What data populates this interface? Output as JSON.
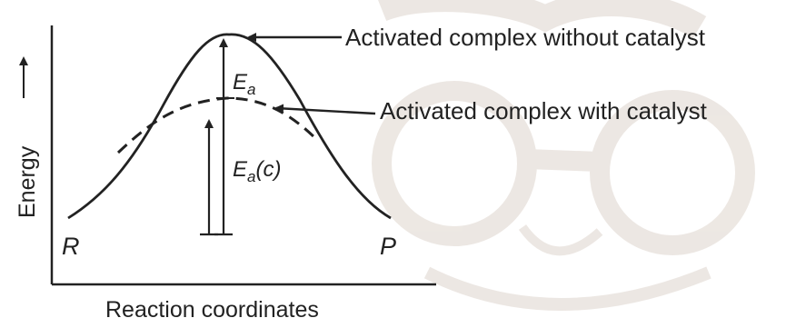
{
  "diagram": {
    "y_axis_label": "Energy",
    "x_axis_label": "Reaction coordinates",
    "point_reactant": "R",
    "point_product": "P",
    "ea_label": "E",
    "ea_subscript": "a",
    "ea_c_label": "E",
    "ea_c_subscript": "a",
    "ea_c_suffix": "(c)",
    "annotation_without_catalyst": "Activated complex without catalyst",
    "annotation_with_catalyst": "Activated complex with catalyst"
  },
  "colors": {
    "ink": "#222222",
    "watermark": "#e9e3de"
  },
  "icons": {
    "background": "cartoon-face-with-glasses-watermark"
  }
}
